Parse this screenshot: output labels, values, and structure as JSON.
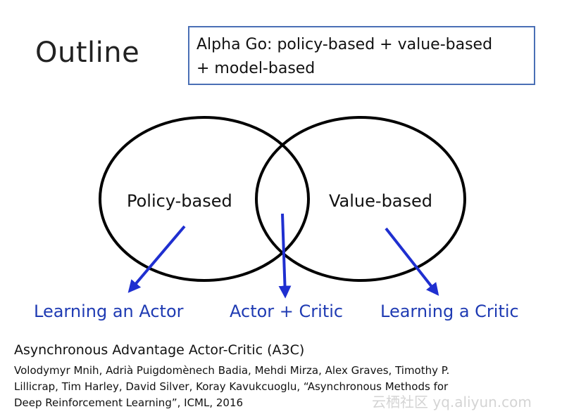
{
  "title": "Outline",
  "note": {
    "line1": "Alpha Go: policy-based + value-based",
    "line2": "+ model-based"
  },
  "circles": {
    "left": "Policy-based",
    "right": "Value-based"
  },
  "outcomes": {
    "left": "Learning an Actor",
    "middle": "Actor + Critic",
    "right": "Learning a Critic"
  },
  "reference": {
    "heading": "Asynchronous Advantage Actor-Critic (A3C)",
    "line1": "Volodymyr Mnih, Adrià Puigdomènech Badia, Mehdi Mirza, Alex Graves, Timothy P.",
    "line2": "Lillicrap, Tim Harley, David Silver, Koray Kavukcuoglu, “Asynchronous Methods for",
    "line3": "Deep Reinforcement Learning”, ICML, 2016"
  },
  "watermark": "云栖社区 yq.aliyun.com",
  "colors": {
    "arrow": "#1f2fd0",
    "box_border": "#4a6fb5",
    "outcome_text": "#1f3bb3"
  }
}
